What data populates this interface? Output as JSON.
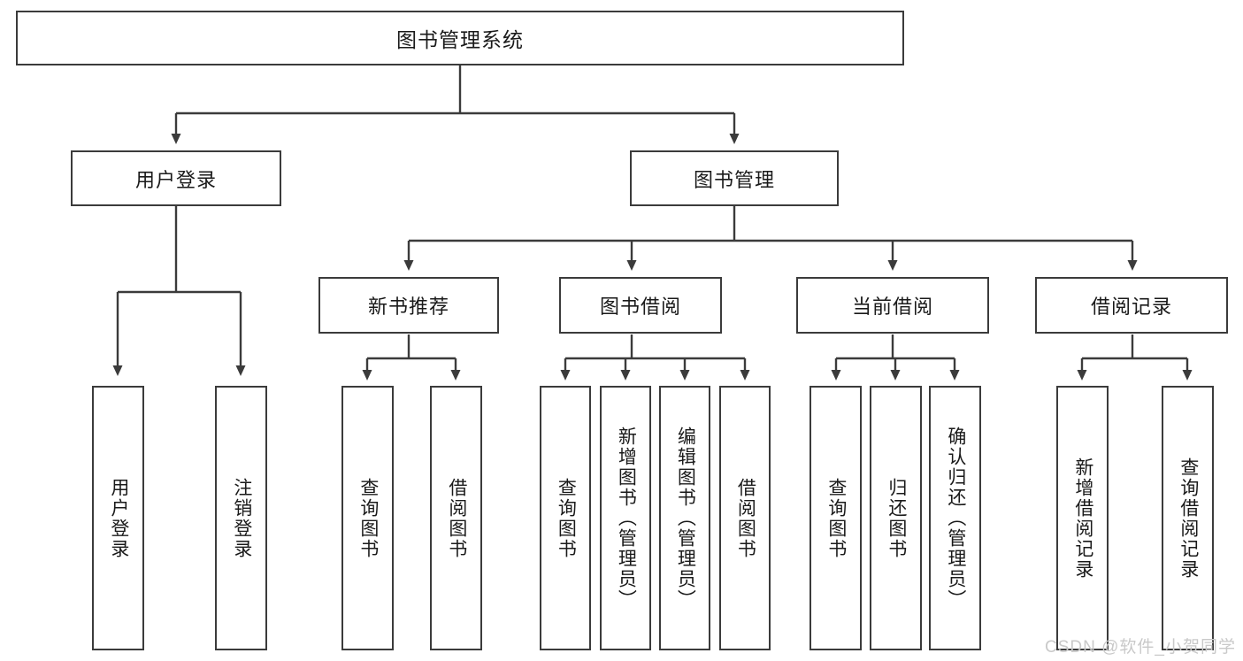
{
  "diagram": {
    "title": "图书管理系统",
    "stroke_color": "#3b3b3b",
    "text_color": "#1a1a1a",
    "background": "#ffffff",
    "root": {
      "label": "图书管理系统"
    },
    "level2": [
      {
        "label": "用户登录"
      },
      {
        "label": "图书管理"
      }
    ],
    "level3": [
      {
        "label": "新书推荐"
      },
      {
        "label": "图书借阅"
      },
      {
        "label": "当前借阅"
      },
      {
        "label": "借阅记录"
      }
    ],
    "leaves": {
      "user_login": [
        {
          "label": "用户登录"
        },
        {
          "label": "注销登录"
        }
      ],
      "new_book_recommend": [
        {
          "label": "查询图书"
        },
        {
          "label": "借阅图书"
        }
      ],
      "book_borrow": [
        {
          "label": "查询图书"
        },
        {
          "label": "新增图书（管理员）"
        },
        {
          "label": "编辑图书（管理员）"
        },
        {
          "label": "借阅图书"
        }
      ],
      "current_borrow": [
        {
          "label": "查询图书"
        },
        {
          "label": "归还图书"
        },
        {
          "label": "确认归还（管理员）"
        }
      ],
      "borrow_record": [
        {
          "label": "新增借阅记录"
        },
        {
          "label": "查询借阅记录"
        }
      ]
    }
  },
  "watermark": {
    "text": "CSDN @软件_小贺同学",
    "color": "#c9c9c9"
  }
}
